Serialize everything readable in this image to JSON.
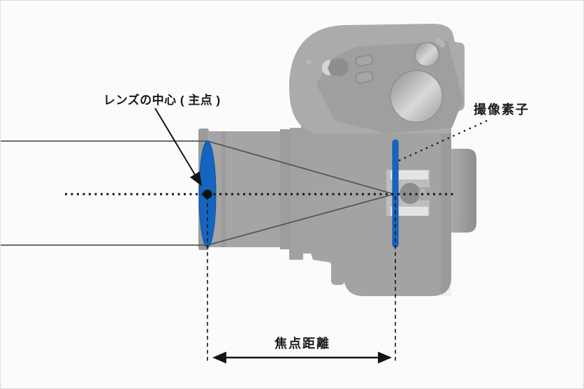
{
  "diagram": {
    "labels": {
      "lens_center": "レンズの中心 ( 主点 )",
      "image_sensor": "撮像素子",
      "focal_length": "焦点距離"
    },
    "colors": {
      "lens_blue": "#1565c0",
      "lens_blue_edge": "#0f55a6",
      "line_dark": "#141414",
      "ray_gray": "#565656",
      "camera_gray": "#a3a3a3",
      "background": "#fbfbfb",
      "border": "#dcdcdc"
    },
    "illustration": {
      "camera": "dslr-camera-top-view-silhouette",
      "lens": "lens-ellipse",
      "principal_point": "principal-point-dot",
      "sensor": "image-sensor-bar",
      "focal_length_span": "focal-length-double-arrow"
    }
  }
}
